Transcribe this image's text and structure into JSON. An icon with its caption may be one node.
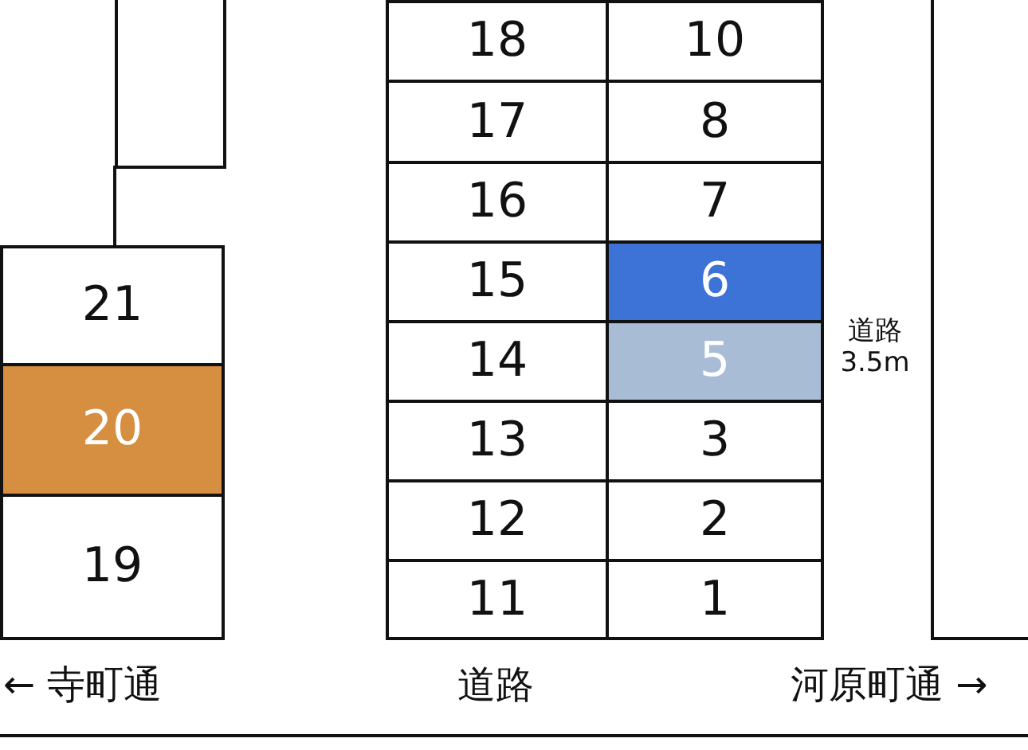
{
  "diagram": {
    "nodes": [
      {
        "text": [],
        "shape": "box"
      },
      {
        "text": [
          "18"
        ]
      },
      {
        "text": [
          "10"
        ]
      },
      {
        "text": [
          "17"
        ]
      },
      {
        "text": [
          "8"
        ]
      },
      {
        "text": [
          "16"
        ]
      },
      {
        "text": [
          "7"
        ]
      },
      {
        "text": [
          "21"
        ]
      },
      {
        "text": [
          "15"
        ]
      },
      {
        "text": [
          "6"
        ]
      },
      {
        "text": [
          "14"
        ]
      },
      {
        "text": [
          "5"
        ]
      },
      {
        "text": [
          "20"
        ]
      },
      {
        "text": [
          "13"
        ]
      },
      {
        "text": [
          "3"
        ]
      },
      {
        "text": [
          "12"
        ]
      },
      {
        "text": [
          "2"
        ]
      },
      {
        "text": [
          "19"
        ]
      },
      {
        "text": [
          "11"
        ]
      },
      {
        "text": [
          "1"
        ]
      },
      {
        "text": [],
        "shape": "box"
      }
    ],
    "labels": [
      "道路 3.5m",
      "← 寺町通",
      "道路",
      "河原町通 →"
    ]
  }
}
